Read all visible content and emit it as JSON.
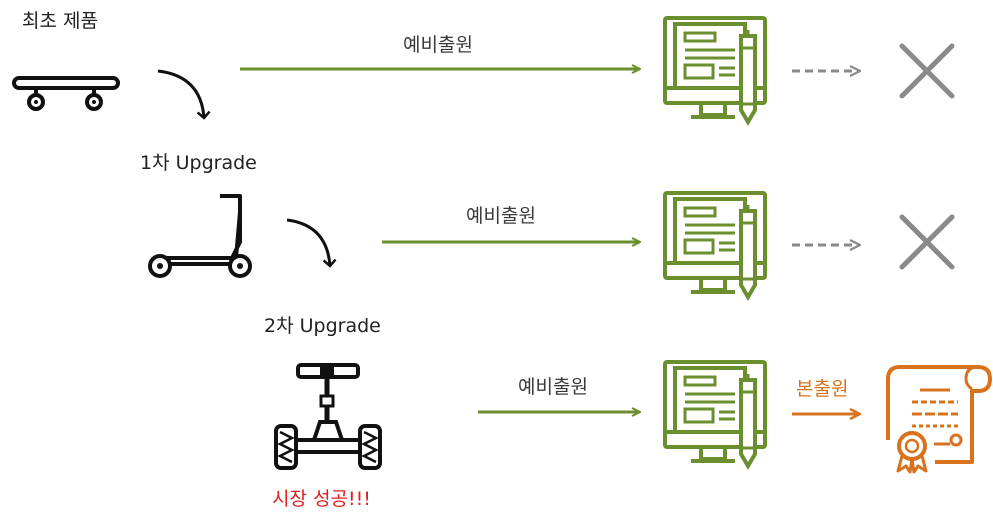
{
  "labels": {
    "initial_product": "최초 제품",
    "upgrade_1": "1차 Upgrade",
    "upgrade_2": "2차 Upgrade",
    "market_success": "시장 성공!!!"
  },
  "rows": [
    {
      "arrow_label": "예비출원",
      "outcome": "rejected",
      "outcome_icon": "x-icon"
    },
    {
      "arrow_label": "예비출원",
      "outcome": "rejected",
      "outcome_icon": "x-icon"
    },
    {
      "arrow_label": "예비출원",
      "outcome": "granted",
      "outcome_icon": "certificate-icon",
      "final_label": "본출원"
    }
  ],
  "products": [
    "skateboard-icon",
    "kick-scooter-icon",
    "hoverboard-icon"
  ],
  "colors": {
    "green": "#6b8e2f",
    "gray": "#8a8a8a",
    "orange": "#d9721c",
    "red": "#e02020"
  }
}
